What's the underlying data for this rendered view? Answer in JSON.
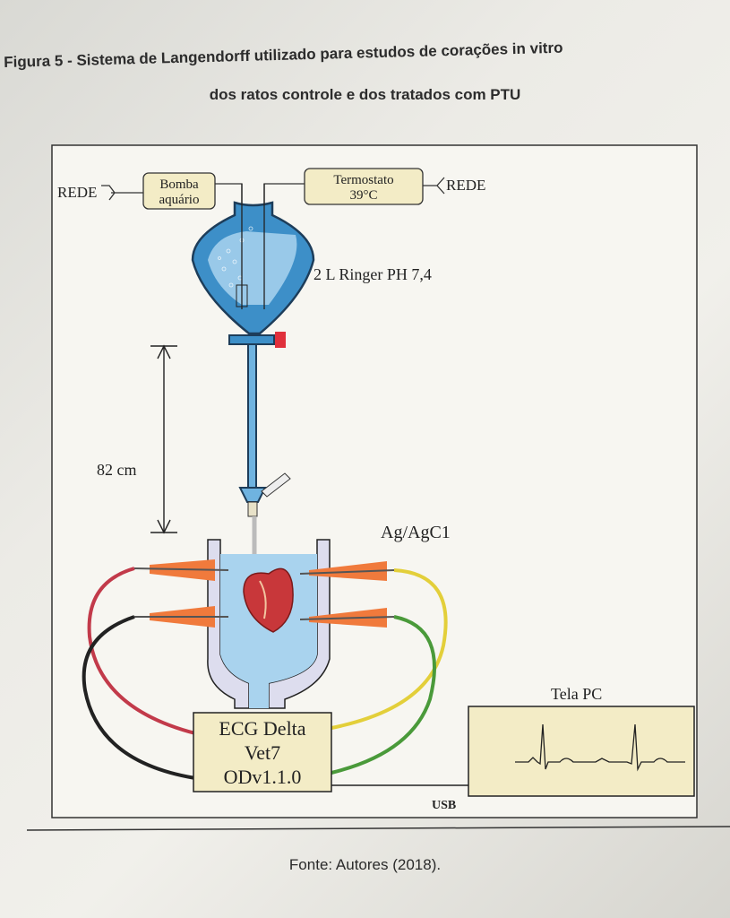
{
  "figure": {
    "title_line1": "Figura 5 - Sistema de Langendorff utilizado para estudos de corações in vitro",
    "title_line2": "dos ratos controle e dos tratados com PTU",
    "caption": "Fonte: Autores (2018)."
  },
  "diagram": {
    "rede_left": "REDE",
    "rede_right": "REDE",
    "pump_line1": "Bomba",
    "pump_line2": "aquário",
    "thermostat_line1": "Termostato",
    "thermostat_line2": "39°C",
    "reservoir_label": "2 L Ringer PH 7,4",
    "height_label": "82 cm",
    "electrode_label": "Ag/AgC1",
    "ecg_line1": "ECG Delta",
    "ecg_line2": "Vet7",
    "ecg_line3": "ODv1.1.0",
    "screen_label": "Tela PC",
    "usb_label": "USB"
  },
  "colors": {
    "water": "#5aa7d8",
    "electrode": "#f07a3c",
    "box_fill": "#f3ecc6",
    "cable_red": "#c23a4a",
    "cable_yellow": "#e3cf3a",
    "cable_green": "#4a9a3a"
  }
}
